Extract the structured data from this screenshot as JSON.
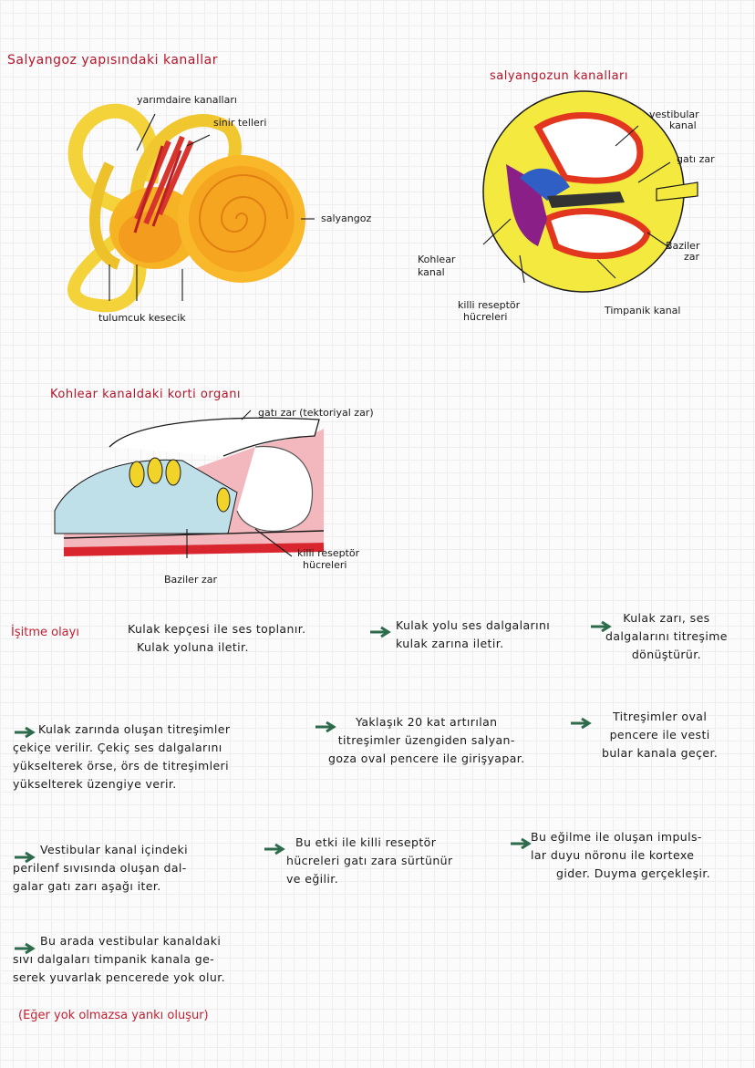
{
  "section1": {
    "title": "Salyangoz yapısındaki kanallar",
    "labels": {
      "yarimdaire": "yarımdaire kanalları",
      "sinir": "sinir telleri",
      "salyangoz": "salyangoz",
      "tulumcuk": "tulumcuk kesecik"
    }
  },
  "section2": {
    "title": "salyangozun kanalları",
    "labels": {
      "vestibular": [
        "vestibular",
        "kanal"
      ],
      "gatizar": "gatı zar",
      "baziler": [
        "Baziler",
        "zar"
      ],
      "kohlear": [
        "Kohlear",
        "kanal"
      ],
      "killi": [
        "killi reseptör",
        "hücreleri"
      ],
      "timpanik": "Timpanik kanal"
    }
  },
  "section3": {
    "title": "Kohlear kanaldaki korti organı",
    "labels": {
      "gatizar": "gatı zar (tektoriyal zar)",
      "baziler": "Baziler zar",
      "killi": [
        "killi reseptör",
        "hücreleri"
      ]
    }
  },
  "process": {
    "heading": "İşitme olayı",
    "steps": [
      [
        "Kulak kepçesi ile ses toplanır.",
        "Kulak yoluna iletir."
      ],
      [
        "Kulak yolu ses dalgalarını",
        "kulak zarına iletir."
      ],
      [
        "Kulak zarı, ses",
        "dalgalarını titreşime",
        "dönüştürür."
      ],
      [
        "Kulak zarında oluşan titreşimler",
        "çekiçe verilir. Çekiç ses dalgalarını",
        "yükselterek örse, örs de titreşimleri",
        "yükselterek üzengiye verir."
      ],
      [
        "Yaklaşık 20 kat artırılan",
        "titreşimler üzengiden salyan-",
        "goza oval pencere ile girişyapar."
      ],
      [
        "Titreşimler oval",
        "pencere ile vesti",
        "bular kanala geçer."
      ],
      [
        "Vestibular kanal içindeki",
        "perilenf sıvısında oluşan dal-",
        "galar gatı zarı aşağı iter."
      ],
      [
        "Bu etki ile killi reseptör",
        "hücreleri gatı zara sürtünür",
        "ve eğilir."
      ],
      [
        "Bu eğilme ile oluşan impuls-",
        "lar duyu nöronu ile kortexe",
        "gider. Duyma gerçekleşir."
      ],
      [
        "Bu arada vestibular kanaldaki",
        "sıvı dalgaları timpanik kanala ge-",
        "serek yuvarlak pencerede yok olur."
      ]
    ],
    "note": "(Eğer yok olmazsa yankı oluşur)"
  },
  "colors": {
    "title_red": "#b5152a",
    "arrow_green": "#2e6b4c",
    "ink": "#1a1a1a"
  }
}
